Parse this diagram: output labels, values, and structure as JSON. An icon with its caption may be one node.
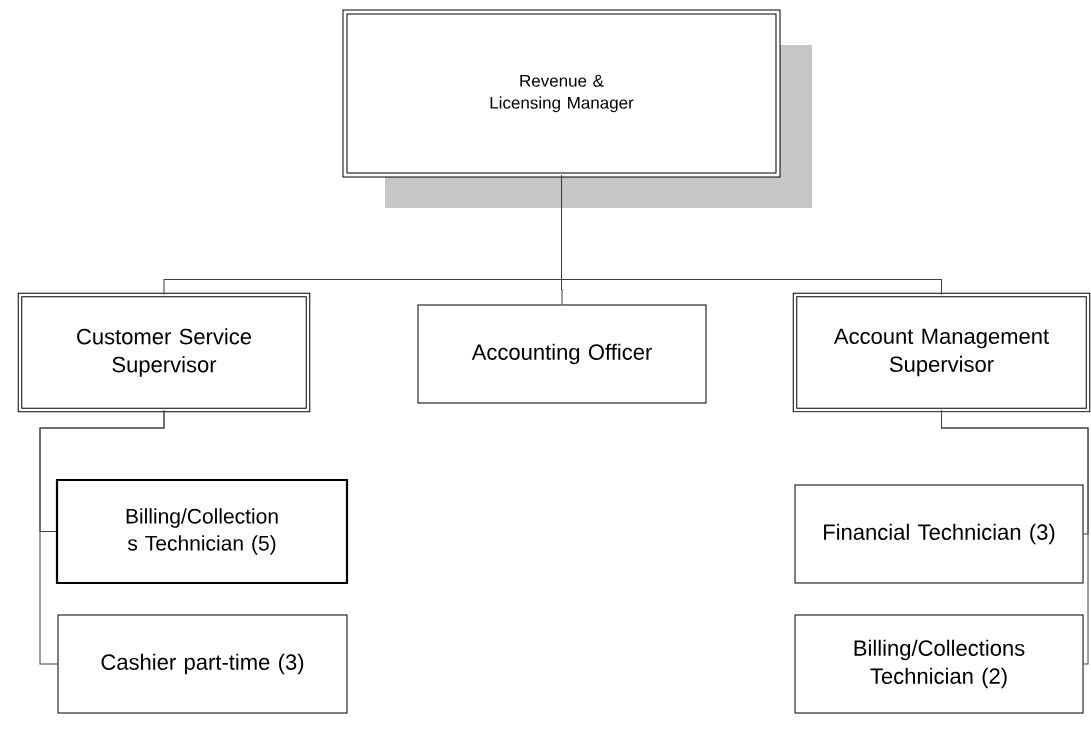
{
  "diagram": {
    "nodes": [
      {
        "text": [
          "Revenue & Licensing Manager"
        ]
      },
      {
        "text": [
          "Customer Service Supervisor"
        ]
      },
      {
        "text": [
          "Accounting Officer"
        ]
      },
      {
        "text": [
          "Account Management Supervisor"
        ]
      },
      {
        "text": [
          "Billing/Collection s Technician (5)"
        ]
      },
      {
        "text": [
          "Cashier part-time (3)"
        ]
      },
      {
        "text": [
          "Financial Technician (3)"
        ]
      },
      {
        "text": [
          "Billing/Collections Technician (2)"
        ]
      }
    ],
    "edges": [
      {
        "from": 0,
        "to": 1,
        "arrow": "none"
      },
      {
        "from": 0,
        "to": 2,
        "arrow": "none"
      },
      {
        "from": 0,
        "to": 3,
        "arrow": "none"
      },
      {
        "from": 1,
        "to": 4,
        "arrow": "none"
      },
      {
        "from": 1,
        "to": 5,
        "arrow": "none"
      },
      {
        "from": 3,
        "to": 6,
        "arrow": "none"
      },
      {
        "from": 3,
        "to": 7,
        "arrow": "none"
      }
    ]
  }
}
